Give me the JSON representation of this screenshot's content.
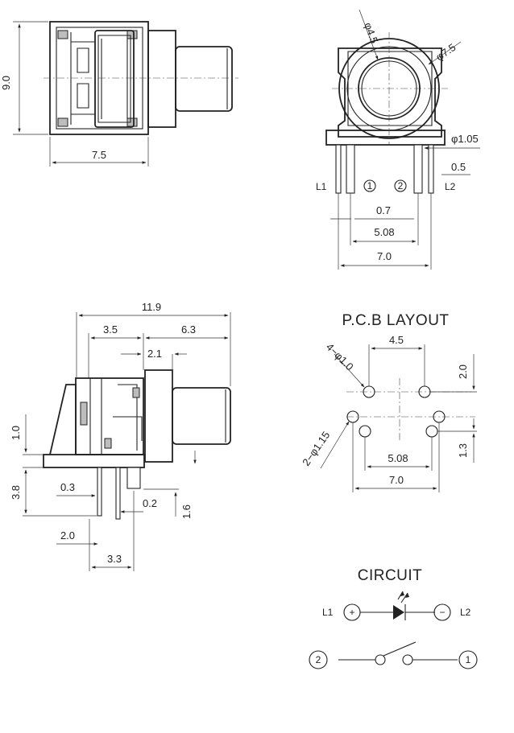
{
  "front_view": {
    "height_dim": "9.0",
    "width_dim": "7.5"
  },
  "top_view": {
    "cap_dia": "φ4.5",
    "body_dia": "φ7.5",
    "pin_dia": "φ1.05",
    "pin_width": "0.5",
    "pin_l1": "L1",
    "pin_l2": "L2",
    "pin_1": "1",
    "pin_2": "2",
    "pitch_small": "0.7",
    "pitch_mid": "5.08",
    "pitch_total": "7.0"
  },
  "side_view": {
    "length": "11.9",
    "body": "3.5",
    "actuator": "6.3",
    "shoulder": "2.1",
    "lead_offset": "1.0",
    "lead_length": "3.8",
    "tab_gap": "0.3",
    "lead_thickness": "0.2",
    "lead_tip": "1.6",
    "offset_a": "2.0",
    "offset_b": "3.3"
  },
  "pcb_layout": {
    "title": "P.C.B LAYOUT",
    "hole_small": "4−φ1.0",
    "hole_large": "2−φ1.15",
    "top_spacing": "4.5",
    "row_spacing": "2.0",
    "mid_spacing": "5.08",
    "outer_spacing": "7.0",
    "lower_offset": "1.3"
  },
  "circuit": {
    "title": "CIRCUIT",
    "l1": "L1",
    "l2": "L2",
    "plus": "+",
    "minus": "−",
    "switch_left": "2",
    "switch_right": "1"
  }
}
